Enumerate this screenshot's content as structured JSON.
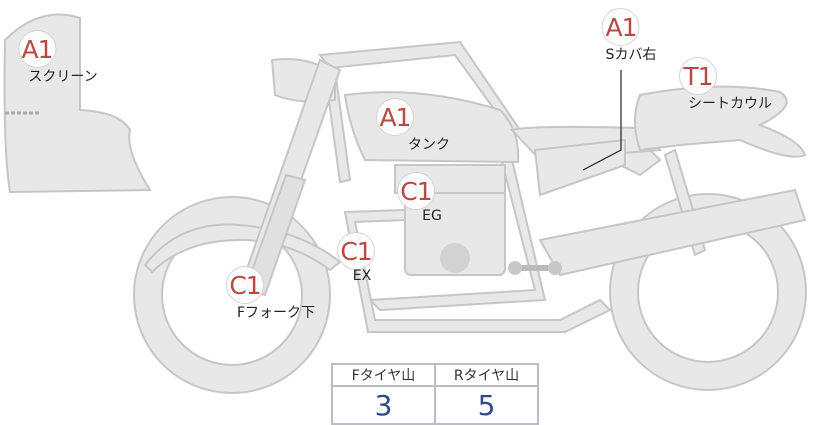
{
  "colors": {
    "part_fill": "#e8e8e8",
    "part_stroke": "#c6c6c6",
    "code_red": "#b84a45",
    "value_blue": "#2f4a8c"
  },
  "parts": [
    {
      "code": "A1",
      "name": "スクリーン"
    },
    {
      "code": "A1",
      "name": "タンク"
    },
    {
      "code": "A1",
      "name": "Sカバ右"
    },
    {
      "code": "T1",
      "name": "シートカウル"
    },
    {
      "code": "C1",
      "name": "EG"
    },
    {
      "code": "C1",
      "name": "EX"
    },
    {
      "code": "C1",
      "name": "Fフォーク下"
    }
  ],
  "tyre_table": {
    "headers": [
      "Fタイヤ山",
      "Rタイヤ山"
    ],
    "values": [
      "3",
      "5"
    ]
  }
}
